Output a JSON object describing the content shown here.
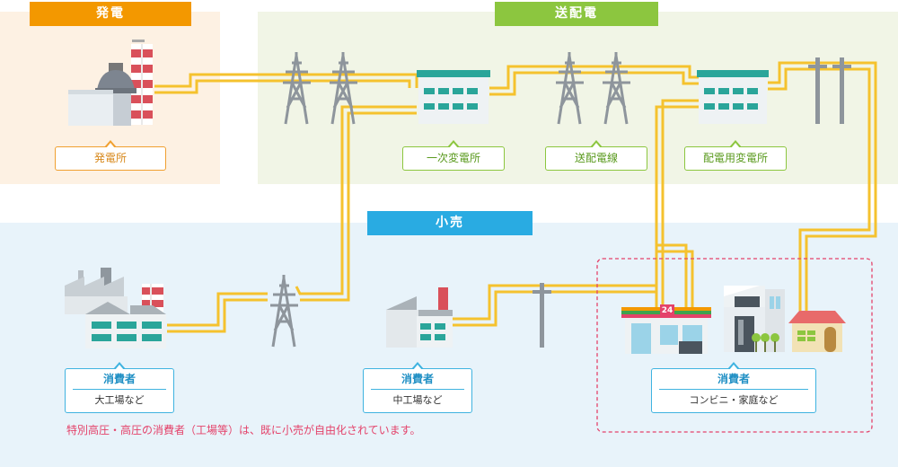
{
  "sections": {
    "generation": {
      "label": "発電",
      "color": "#f39800"
    },
    "transmission": {
      "label": "送配電",
      "color": "#8cc63f"
    },
    "retail": {
      "label": "小売",
      "color": "#29abe2"
    }
  },
  "facility_labels": {
    "power_plant": "発電所",
    "primary_substation": "一次変電所",
    "transmission_line": "送配電線",
    "distribution_substation": "配電用変電所"
  },
  "consumers": [
    {
      "title": "消費者",
      "sub": "大工場など"
    },
    {
      "title": "消費者",
      "sub": "中工場など"
    },
    {
      "title": "消費者",
      "sub": "コンビニ・家庭など"
    }
  ],
  "store_sign": "24",
  "note": "特別高圧・高圧の消費者（工場等）は、既に小売が自由化されています。",
  "colors": {
    "power_line": "#f5c22e",
    "generation_bg": "#fdf1e3",
    "transmission_bg": "#f1f5e6",
    "retail_bg": "#e8f3fa",
    "dashed_border": "#e4426a"
  }
}
